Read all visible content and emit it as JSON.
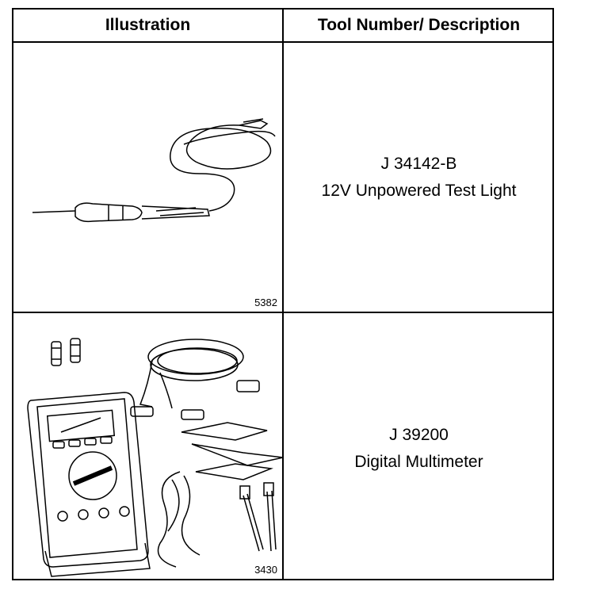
{
  "header": {
    "col1": "Illustration",
    "col2": "Tool Number/ Description"
  },
  "rows": [
    {
      "tool_number": "J  34142-B",
      "description": "12V Unpowered Test Light",
      "figure_number": "5382",
      "illustration_icon": "test-light-icon"
    },
    {
      "tool_number": "J  39200",
      "description": "Digital Multimeter",
      "figure_number": "3430",
      "illustration_icon": "multimeter-icon"
    }
  ]
}
